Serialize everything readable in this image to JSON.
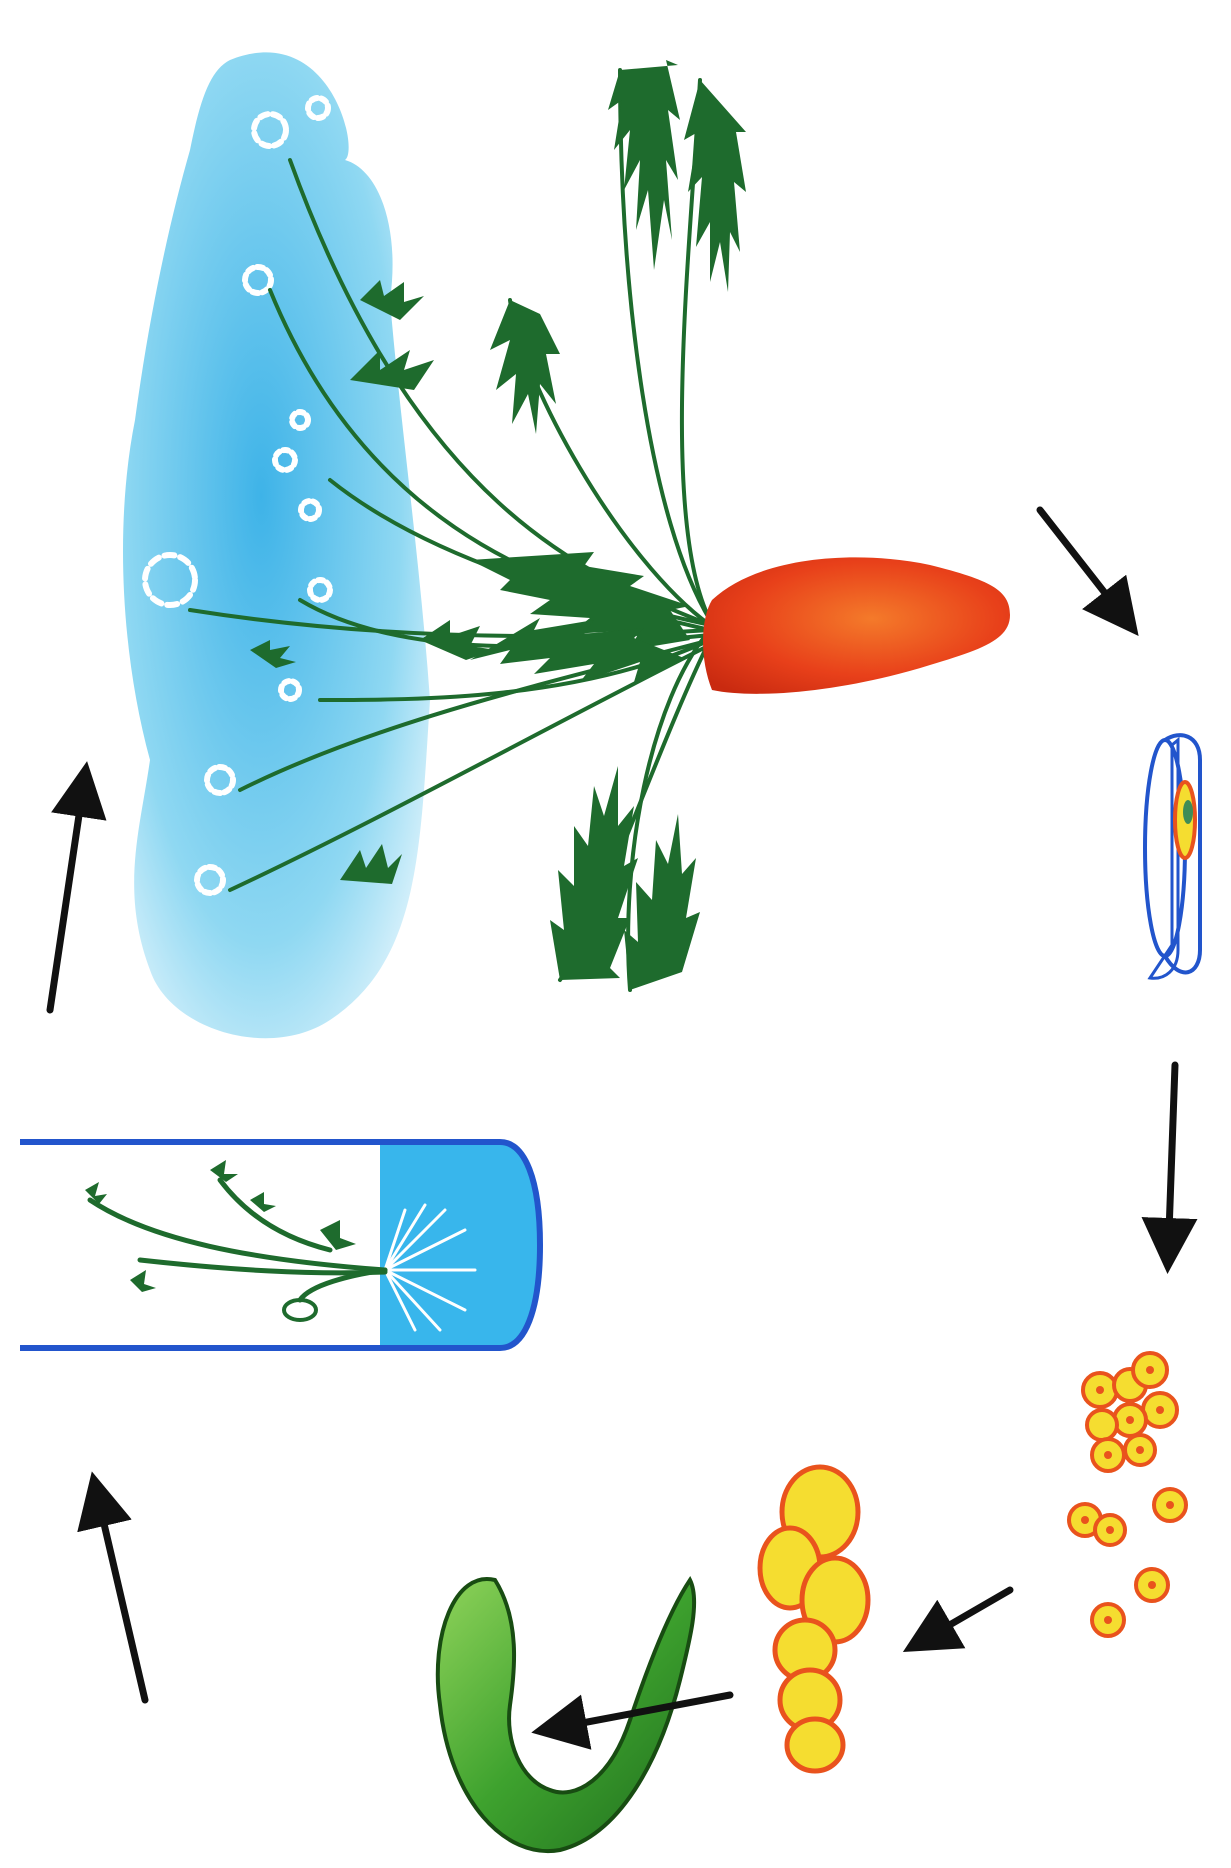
{
  "diagram": {
    "kind": "carrot plant tissue culture cycle",
    "stages": [
      {
        "id": "whole-plant",
        "icon": "flowering-carrot-plant"
      },
      {
        "id": "root-section",
        "icon": "root-cross-section"
      },
      {
        "id": "single-cells",
        "icon": "isolated-cells"
      },
      {
        "id": "cell-cluster",
        "icon": "cell-cluster"
      },
      {
        "id": "embryo",
        "icon": "somatic-embryo"
      },
      {
        "id": "plantlet-in-tube",
        "icon": "test-tube-plantlet"
      }
    ],
    "arrow_count": 6
  },
  "colors": {
    "background": "#ffffff",
    "sky": "#5cc7ee",
    "foliage": "#1e6b2d",
    "carrot": "#e83a18",
    "cell_fill": "#f5dd30",
    "cell_outline": "#e9531d",
    "glass": "#2255cc",
    "medium": "#38b6ec",
    "embryo": "#2f9a2a",
    "arrow": "#111111"
  }
}
